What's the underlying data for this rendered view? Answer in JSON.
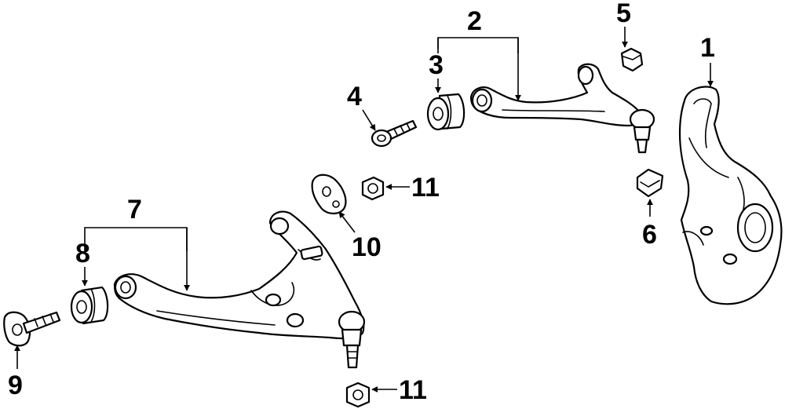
{
  "colors": {
    "line": "#000000",
    "background": "#ffffff"
  },
  "callouts": {
    "c1": "1",
    "c2": "2",
    "c3": "3",
    "c4": "4",
    "c5": "5",
    "c6": "6",
    "c7": "7",
    "c8": "8",
    "c9": "9",
    "c10": "10",
    "c11a": "11",
    "c11b": "11"
  }
}
